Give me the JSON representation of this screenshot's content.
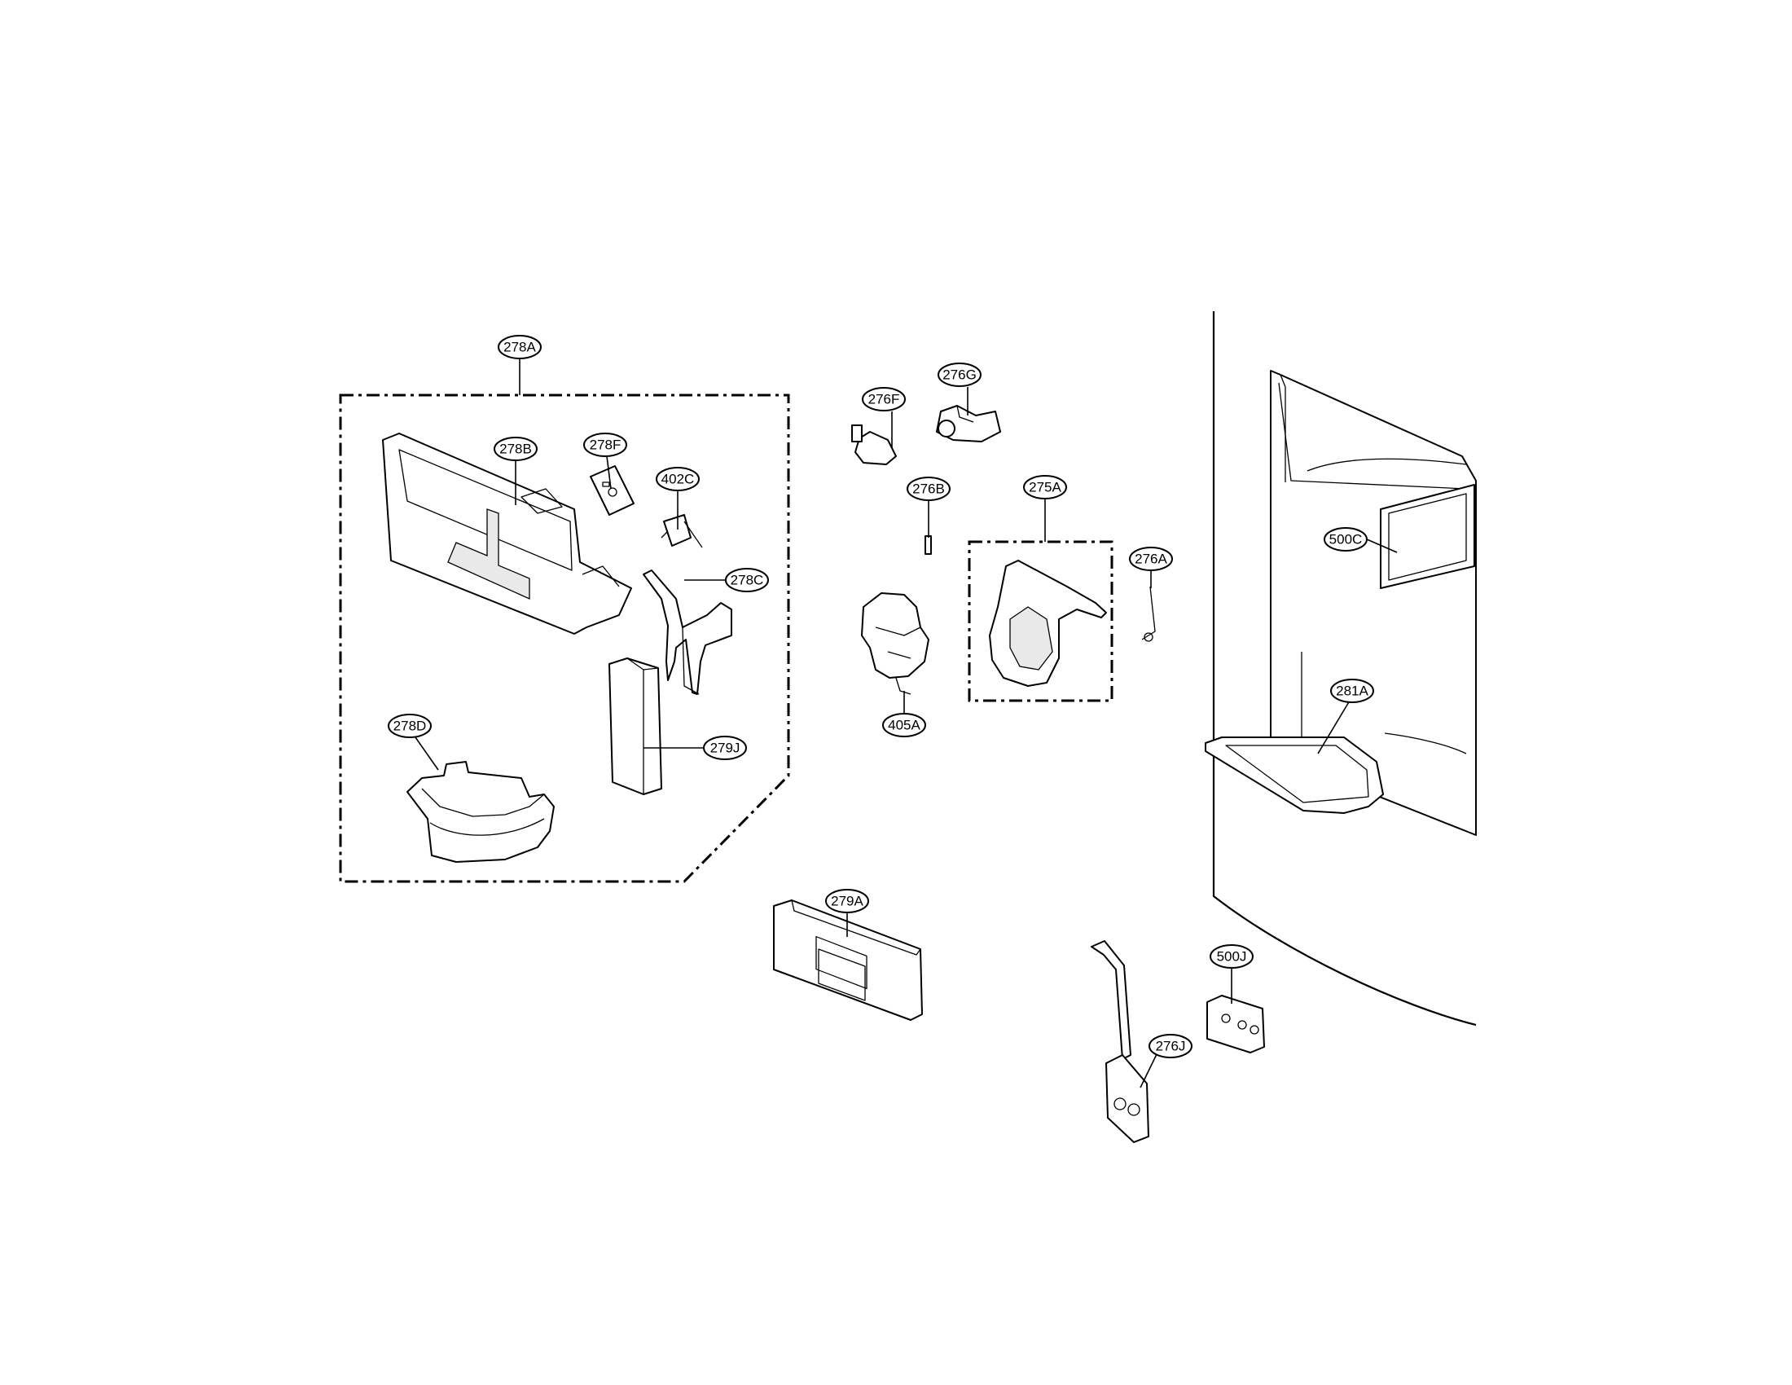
{
  "diagram": {
    "callouts": [
      {
        "id": "c278A",
        "label": "278A"
      },
      {
        "id": "c278B",
        "label": "278B"
      },
      {
        "id": "c278F",
        "label": "278F"
      },
      {
        "id": "c402C",
        "label": "402C"
      },
      {
        "id": "c278C",
        "label": "278C"
      },
      {
        "id": "c279J",
        "label": "279J"
      },
      {
        "id": "c278D",
        "label": "278D"
      },
      {
        "id": "c276F",
        "label": "276F"
      },
      {
        "id": "c276G",
        "label": "276G"
      },
      {
        "id": "c276B",
        "label": "276B"
      },
      {
        "id": "c275A",
        "label": "275A"
      },
      {
        "id": "c276A",
        "label": "276A"
      },
      {
        "id": "c405A",
        "label": "405A"
      },
      {
        "id": "c500C",
        "label": "500C"
      },
      {
        "id": "c281A",
        "label": "281A"
      },
      {
        "id": "c279A",
        "label": "279A"
      },
      {
        "id": "c500J",
        "label": "500J"
      },
      {
        "id": "c276J",
        "label": "276J"
      }
    ]
  }
}
